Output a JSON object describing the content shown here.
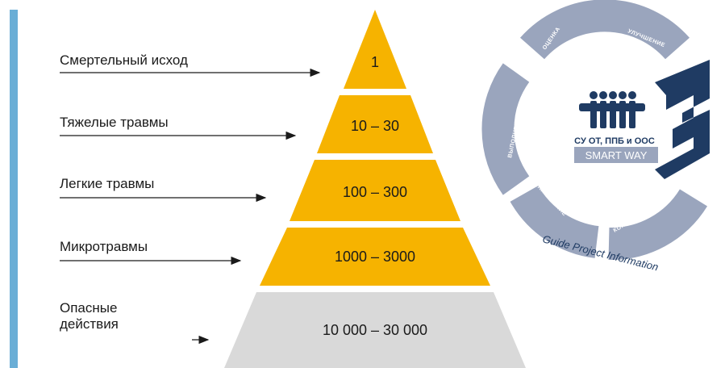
{
  "pyramid": {
    "tiers": [
      {
        "label": "Смертельный исход",
        "value": "1"
      },
      {
        "label": "Тяжелые травмы",
        "value": "10 – 30"
      },
      {
        "label": "Легкие травмы",
        "value": "100 – 300"
      },
      {
        "label": "Микротравмы",
        "value": "1000 – 3000"
      },
      {
        "label_line1": "Опасные",
        "label_line2": "действия",
        "value": "10 000 – 30 000"
      }
    ],
    "colors": {
      "tier": "#f6b300",
      "base": "#d9d9d9",
      "accent_bar": "#6aaed6"
    }
  },
  "logo": {
    "cycle_labels": [
      "ОЦЕНКА",
      "УЛУЧШЕНИЕ",
      "ВЫПОЛНЕНИЕ",
      "ПЛАНИРОВАНИЕ",
      "КОНЦЕПЦИЯ"
    ],
    "title": "СУ ОТ, ППБ и ООС",
    "subtitle": "SMART WAY",
    "guide_text": "Guide Project Information",
    "colors": {
      "ring": "#9aa5bd",
      "brand": "#1f3b63"
    }
  }
}
